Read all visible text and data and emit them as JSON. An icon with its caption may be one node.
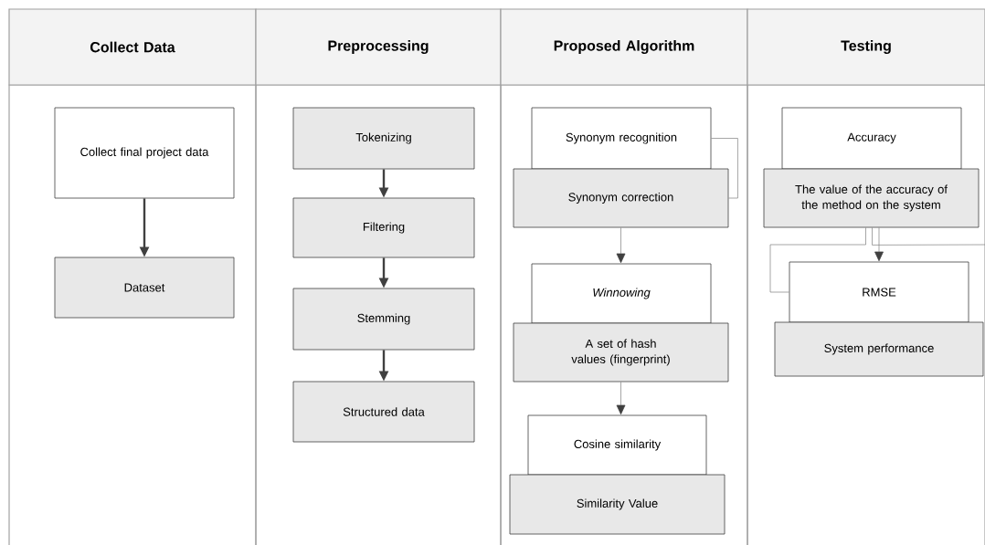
{
  "diagram": {
    "nodes": [
      {
        "text": [
          "Collect Data"
        ]
      },
      {
        "text": [
          "Preprocessing"
        ]
      },
      {
        "text": [
          "Proposed Algorithm"
        ]
      },
      {
        "text": [
          "Testing"
        ]
      },
      {
        "text": [
          "Collect final project data"
        ],
        "in": 0
      },
      {
        "text": [
          "Dataset"
        ],
        "in": 0
      },
      {
        "text": [
          "Tokenizing"
        ],
        "in": 1
      },
      {
        "text": [
          "Filtering"
        ],
        "in": 1
      },
      {
        "text": [
          "Stemming"
        ],
        "in": 1
      },
      {
        "text": [
          "Structured data"
        ],
        "in": 1
      },
      {
        "text": [
          "Synonym recognition"
        ],
        "in": 2
      },
      {
        "text": [
          "Synonym correction"
        ],
        "in": 2
      },
      {
        "text": [
          "*Winnowing*"
        ],
        "in": 2
      },
      {
        "text": [
          "A set of hash values (fingerprint)"
        ],
        "in": 2
      },
      {
        "text": [
          "Cosine similarity"
        ],
        "in": 2
      },
      {
        "text": [
          "Similarity Value"
        ],
        "in": 2
      },
      {
        "text": [
          "Accuracy"
        ],
        "in": 3
      },
      {
        "text": [
          "The value of the accuracy of the method on the system"
        ],
        "in": 3
      },
      {
        "text": [
          "RMSE"
        ],
        "in": 3
      },
      {
        "text": [
          "System performance"
        ],
        "in": 3
      }
    ],
    "edges": [
      {
        "from": 4,
        "to": 5,
        "arrow": "to",
        "style": "thick",
        "color": "#404040"
      },
      {
        "from": 6,
        "to": 7,
        "arrow": "to",
        "style": "thick",
        "color": "#404040"
      },
      {
        "from": 7,
        "to": 8,
        "arrow": "to",
        "style": "thick",
        "color": "#404040"
      },
      {
        "from": 8,
        "to": 9,
        "arrow": "to",
        "style": "thick",
        "color": "#404040"
      },
      {
        "from": 10,
        "to": 11,
        "arrow": "none"
      },
      {
        "from": 11,
        "to": 12,
        "arrow": "to"
      },
      {
        "from": 13,
        "to": 14,
        "arrow": "to"
      },
      {
        "from": 17,
        "to": 18,
        "arrow": "to"
      },
      {
        "from": 17,
        "to": 18,
        "arrow": "none"
      },
      {
        "from": 17,
        "to": null,
        "arrow": "none"
      }
    ]
  }
}
